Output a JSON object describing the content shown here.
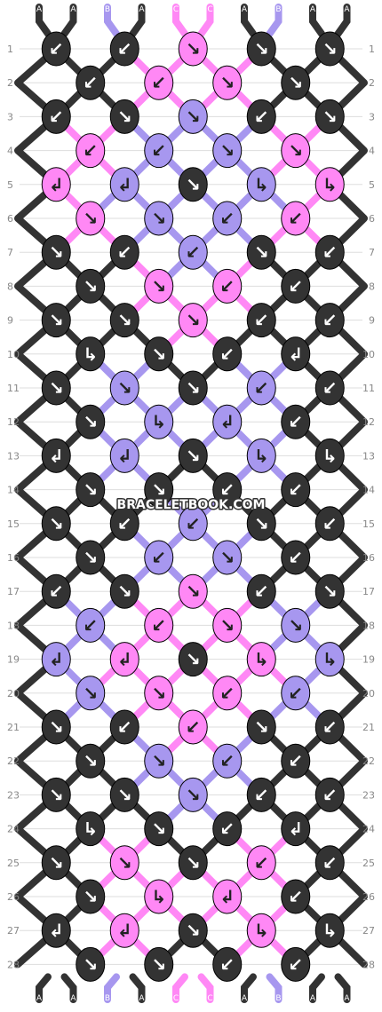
{
  "colors": {
    "A": "#333333",
    "B": "#a797ef",
    "C": "#ff88f5",
    "line_a": "#333333",
    "line_b": "#a797ef",
    "line_c": "#ff88f5",
    "row_line": "#dddddd",
    "label": "#888888",
    "watermark_fill": "#ffffff",
    "watermark_stroke": "#333333"
  },
  "strings": [
    "A",
    "A",
    "B",
    "A",
    "C",
    "C",
    "A",
    "B",
    "A",
    "A"
  ],
  "row_numbers": [
    "1",
    "2",
    "3",
    "4",
    "5",
    "6",
    "7",
    "8",
    "9",
    "10",
    "11",
    "12",
    "13",
    "14",
    "15",
    "16",
    "17",
    "18",
    "19",
    "20",
    "21",
    "22",
    "23",
    "24",
    "25",
    "26",
    "27",
    "28"
  ],
  "watermark": "BRACELETBOOK.COM",
  "knot_rows": [
    {
      "row": "1",
      "knots": [
        {
          "c": "A",
          "d": "↙"
        },
        {
          "c": "A",
          "d": "↙"
        },
        {
          "c": "C",
          "d": "↘"
        },
        {
          "c": "A",
          "d": "↘"
        },
        {
          "c": "A",
          "d": "↘"
        }
      ]
    },
    {
      "row": "2",
      "knots": [
        {
          "c": "A",
          "d": "↙"
        },
        {
          "c": "C",
          "d": "↙"
        },
        {
          "c": "C",
          "d": "↘"
        },
        {
          "c": "A",
          "d": "↘"
        }
      ]
    },
    {
      "row": "3",
      "knots": [
        {
          "c": "A",
          "d": "↙"
        },
        {
          "c": "A",
          "d": "↘"
        },
        {
          "c": "B",
          "d": "↘"
        },
        {
          "c": "A",
          "d": "↙"
        },
        {
          "c": "A",
          "d": "↘"
        }
      ]
    },
    {
      "row": "4",
      "knots": [
        {
          "c": "C",
          "d": "↙"
        },
        {
          "c": "B",
          "d": "↙"
        },
        {
          "c": "B",
          "d": "↘"
        },
        {
          "c": "C",
          "d": "↘"
        }
      ]
    },
    {
      "row": "5",
      "knots": [
        {
          "c": "C",
          "d": "↲"
        },
        {
          "c": "B",
          "d": "↲"
        },
        {
          "c": "A",
          "d": "↘"
        },
        {
          "c": "B",
          "d": "↳"
        },
        {
          "c": "C",
          "d": "↳"
        }
      ]
    },
    {
      "row": "6",
      "knots": [
        {
          "c": "C",
          "d": "↘"
        },
        {
          "c": "B",
          "d": "↘"
        },
        {
          "c": "B",
          "d": "↙"
        },
        {
          "c": "C",
          "d": "↙"
        }
      ]
    },
    {
      "row": "7",
      "knots": [
        {
          "c": "A",
          "d": "↘"
        },
        {
          "c": "A",
          "d": "↙"
        },
        {
          "c": "B",
          "d": "↙"
        },
        {
          "c": "A",
          "d": "↘"
        },
        {
          "c": "A",
          "d": "↙"
        }
      ]
    },
    {
      "row": "8",
      "knots": [
        {
          "c": "A",
          "d": "↘"
        },
        {
          "c": "C",
          "d": "↘"
        },
        {
          "c": "C",
          "d": "↙"
        },
        {
          "c": "A",
          "d": "↙"
        }
      ]
    },
    {
      "row": "9",
      "knots": [
        {
          "c": "A",
          "d": "↘"
        },
        {
          "c": "A",
          "d": "↘"
        },
        {
          "c": "C",
          "d": "↘"
        },
        {
          "c": "A",
          "d": "↙"
        },
        {
          "c": "A",
          "d": "↙"
        }
      ]
    },
    {
      "row": "10",
      "knots": [
        {
          "c": "A",
          "d": "↳"
        },
        {
          "c": "A",
          "d": "↘"
        },
        {
          "c": "A",
          "d": "↙"
        },
        {
          "c": "A",
          "d": "↲"
        }
      ]
    },
    {
      "row": "11",
      "knots": [
        {
          "c": "A",
          "d": "↘"
        },
        {
          "c": "B",
          "d": "↘"
        },
        {
          "c": "A",
          "d": "↘"
        },
        {
          "c": "B",
          "d": "↙"
        },
        {
          "c": "A",
          "d": "↙"
        }
      ]
    },
    {
      "row": "12",
      "knots": [
        {
          "c": "A",
          "d": "↘"
        },
        {
          "c": "B",
          "d": "↳"
        },
        {
          "c": "B",
          "d": "↲"
        },
        {
          "c": "A",
          "d": "↙"
        }
      ]
    },
    {
      "row": "13",
      "knots": [
        {
          "c": "A",
          "d": "↲"
        },
        {
          "c": "B",
          "d": "↲"
        },
        {
          "c": "A",
          "d": "↘"
        },
        {
          "c": "B",
          "d": "↳"
        },
        {
          "c": "A",
          "d": "↳"
        }
      ]
    },
    {
      "row": "14",
      "knots": [
        {
          "c": "A",
          "d": "↘"
        },
        {
          "c": "A",
          "d": "↘"
        },
        {
          "c": "A",
          "d": "↙"
        },
        {
          "c": "A",
          "d": "↙"
        }
      ]
    },
    {
      "row": "15",
      "knots": [
        {
          "c": "A",
          "d": "↘"
        },
        {
          "c": "A",
          "d": "↙"
        },
        {
          "c": "B",
          "d": "↙"
        },
        {
          "c": "A",
          "d": "↘"
        },
        {
          "c": "A",
          "d": "↙"
        }
      ]
    },
    {
      "row": "16",
      "knots": [
        {
          "c": "A",
          "d": "↘"
        },
        {
          "c": "B",
          "d": "↙"
        },
        {
          "c": "B",
          "d": "↘"
        },
        {
          "c": "A",
          "d": "↙"
        }
      ]
    },
    {
      "row": "17",
      "knots": [
        {
          "c": "A",
          "d": "↙"
        },
        {
          "c": "A",
          "d": "↘"
        },
        {
          "c": "C",
          "d": "↘"
        },
        {
          "c": "A",
          "d": "↙"
        },
        {
          "c": "A",
          "d": "↘"
        }
      ]
    },
    {
      "row": "18",
      "knots": [
        {
          "c": "B",
          "d": "↙"
        },
        {
          "c": "C",
          "d": "↙"
        },
        {
          "c": "C",
          "d": "↘"
        },
        {
          "c": "B",
          "d": "↘"
        }
      ]
    },
    {
      "row": "19",
      "knots": [
        {
          "c": "B",
          "d": "↲"
        },
        {
          "c": "C",
          "d": "↲"
        },
        {
          "c": "A",
          "d": "↘"
        },
        {
          "c": "C",
          "d": "↳"
        },
        {
          "c": "B",
          "d": "↳"
        }
      ]
    },
    {
      "row": "20",
      "knots": [
        {
          "c": "B",
          "d": "↘"
        },
        {
          "c": "C",
          "d": "↘"
        },
        {
          "c": "C",
          "d": "↙"
        },
        {
          "c": "B",
          "d": "↙"
        }
      ]
    },
    {
      "row": "21",
      "knots": [
        {
          "c": "A",
          "d": "↘"
        },
        {
          "c": "A",
          "d": "↙"
        },
        {
          "c": "C",
          "d": "↙"
        },
        {
          "c": "A",
          "d": "↘"
        },
        {
          "c": "A",
          "d": "↙"
        }
      ]
    },
    {
      "row": "22",
      "knots": [
        {
          "c": "A",
          "d": "↘"
        },
        {
          "c": "B",
          "d": "↘"
        },
        {
          "c": "B",
          "d": "↙"
        },
        {
          "c": "A",
          "d": "↙"
        }
      ]
    },
    {
      "row": "23",
      "knots": [
        {
          "c": "A",
          "d": "↘"
        },
        {
          "c": "A",
          "d": "↘"
        },
        {
          "c": "B",
          "d": "↘"
        },
        {
          "c": "A",
          "d": "↙"
        },
        {
          "c": "A",
          "d": "↙"
        }
      ]
    },
    {
      "row": "24",
      "knots": [
        {
          "c": "A",
          "d": "↳"
        },
        {
          "c": "A",
          "d": "↘"
        },
        {
          "c": "A",
          "d": "↙"
        },
        {
          "c": "A",
          "d": "↲"
        }
      ]
    },
    {
      "row": "25",
      "knots": [
        {
          "c": "A",
          "d": "↘"
        },
        {
          "c": "C",
          "d": "↘"
        },
        {
          "c": "A",
          "d": "↘"
        },
        {
          "c": "C",
          "d": "↙"
        },
        {
          "c": "A",
          "d": "↙"
        }
      ]
    },
    {
      "row": "26",
      "knots": [
        {
          "c": "A",
          "d": "↘"
        },
        {
          "c": "C",
          "d": "↳"
        },
        {
          "c": "C",
          "d": "↲"
        },
        {
          "c": "A",
          "d": "↙"
        }
      ]
    },
    {
      "row": "27",
      "knots": [
        {
          "c": "A",
          "d": "↲"
        },
        {
          "c": "C",
          "d": "↲"
        },
        {
          "c": "A",
          "d": "↘"
        },
        {
          "c": "C",
          "d": "↳"
        },
        {
          "c": "A",
          "d": "↳"
        }
      ]
    },
    {
      "row": "28",
      "knots": [
        {
          "c": "A",
          "d": "↘"
        },
        {
          "c": "A",
          "d": "↘"
        },
        {
          "c": "A",
          "d": "↙"
        },
        {
          "c": "A",
          "d": "↙"
        }
      ]
    }
  ]
}
